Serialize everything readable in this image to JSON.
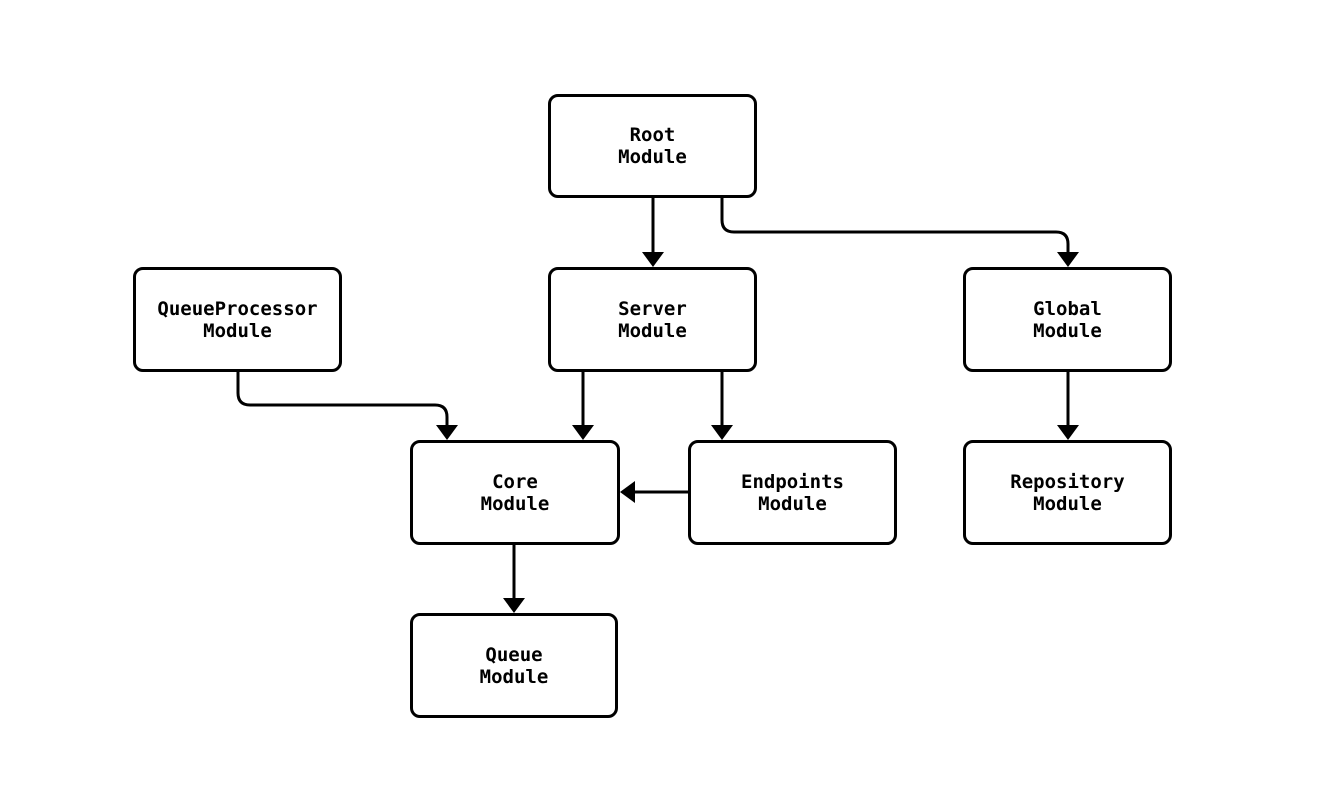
{
  "diagram": {
    "type": "flowchart",
    "direction": "top-down",
    "colors": {
      "background": "#ffffff",
      "node_fill": "#ffffff",
      "node_border": "#000000",
      "edge": "#000000",
      "text": "#000000"
    },
    "nodes": [
      {
        "id": "root",
        "line1": "Root",
        "line2": "Module"
      },
      {
        "id": "queueprocessor",
        "line1": "QueueProcessor",
        "line2": "Module"
      },
      {
        "id": "server",
        "line1": "Server",
        "line2": "Module"
      },
      {
        "id": "global",
        "line1": "Global",
        "line2": "Module"
      },
      {
        "id": "core",
        "line1": "Core",
        "line2": "Module"
      },
      {
        "id": "endpoints",
        "line1": "Endpoints",
        "line2": "Module"
      },
      {
        "id": "repository",
        "line1": "Repository",
        "line2": "Module"
      },
      {
        "id": "queue",
        "line1": "Queue",
        "line2": "Module"
      }
    ],
    "edges": [
      {
        "from": "Root Module",
        "to": "Server Module"
      },
      {
        "from": "Root Module",
        "to": "Global Module"
      },
      {
        "from": "QueueProcessor Module",
        "to": "Core Module"
      },
      {
        "from": "Server Module",
        "to": "Core Module"
      },
      {
        "from": "Server Module",
        "to": "Endpoints Module"
      },
      {
        "from": "Endpoints Module",
        "to": "Core Module"
      },
      {
        "from": "Global Module",
        "to": "Repository Module"
      },
      {
        "from": "Core Module",
        "to": "Queue Module"
      }
    ]
  }
}
